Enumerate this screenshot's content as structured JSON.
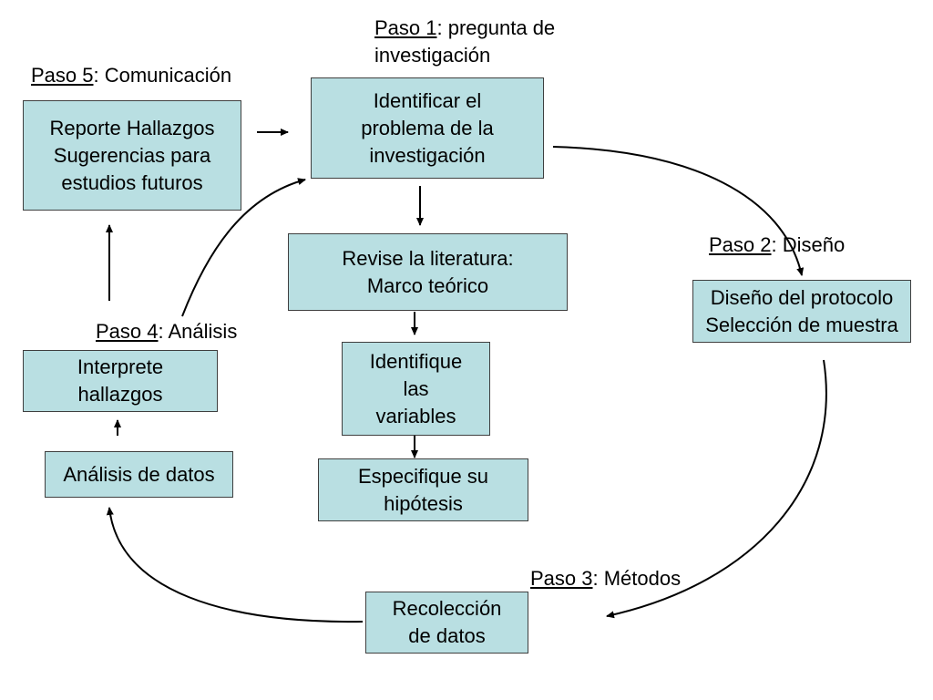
{
  "steps": {
    "paso1": {
      "num": "Paso 1",
      "rest": ": pregunta de",
      "line2": "investigación"
    },
    "paso2": {
      "num": "Paso 2",
      "rest": ": Diseño"
    },
    "paso3": {
      "num": "Paso 3",
      "rest": ": Métodos"
    },
    "paso4": {
      "num": "Paso 4",
      "rest": ": Análisis"
    },
    "paso5": {
      "num": "Paso 5",
      "rest": ": Comunicación"
    }
  },
  "boxes": {
    "identificar": {
      "lines": [
        "Identificar el",
        "problema de la",
        "investigación"
      ]
    },
    "revise": {
      "lines": [
        "Revise la literatura:",
        "Marco teórico"
      ]
    },
    "identifique": {
      "lines": [
        "Identifique",
        "las",
        "variables"
      ]
    },
    "especifique": {
      "lines": [
        "Especifique su",
        "hipótesis"
      ]
    },
    "diseno": {
      "lines": [
        "Diseño del protocolo",
        "Selección de muestra"
      ]
    },
    "recoleccion": {
      "lines": [
        "Recolección",
        "de datos"
      ]
    },
    "analisis": {
      "lines": [
        "Análisis de datos"
      ]
    },
    "interprete": {
      "lines": [
        "Interprete",
        "hallazgos"
      ]
    },
    "reporte": {
      "lines": [
        "Reporte Hallazgos",
        "Sugerencias para",
        "estudios futuros"
      ]
    }
  },
  "colors": {
    "box_fill": "#b9dfe2",
    "box_border": "#3f3f3f",
    "arrow": "#000000"
  }
}
